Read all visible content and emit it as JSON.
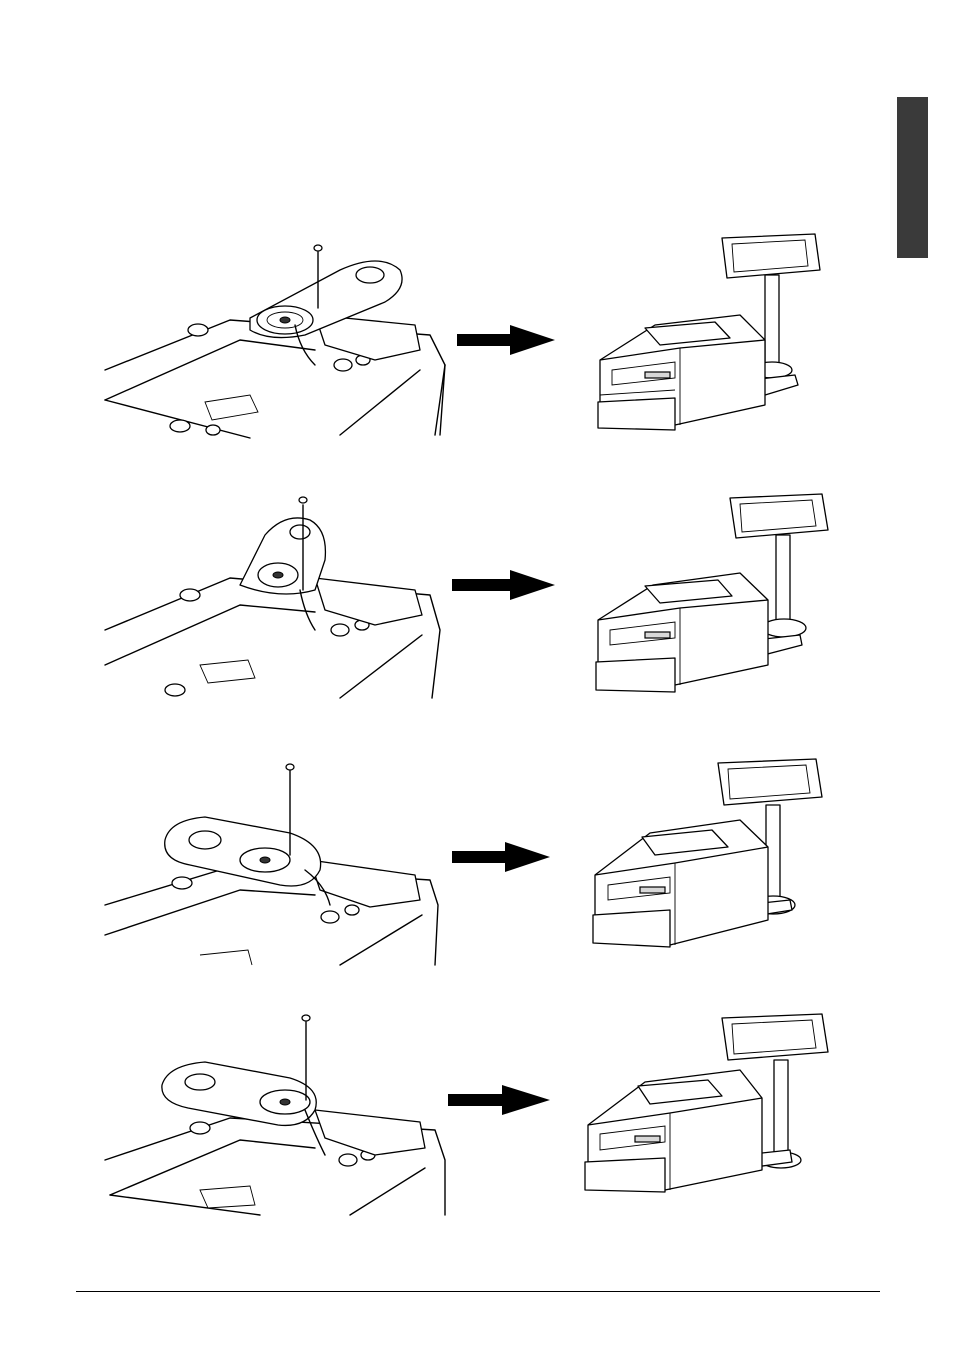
{
  "page": {
    "side_tab_color": "#3a3a3a",
    "figures": [
      {
        "id": "fig-1",
        "bracket_orientation": "right",
        "display_mount": "right-rear"
      },
      {
        "id": "fig-2",
        "bracket_orientation": "upright",
        "display_mount": "right-side"
      },
      {
        "id": "fig-3",
        "bracket_orientation": "left",
        "display_mount": "right-rear"
      },
      {
        "id": "fig-4",
        "bracket_orientation": "left-flat",
        "display_mount": "right-side"
      }
    ]
  }
}
